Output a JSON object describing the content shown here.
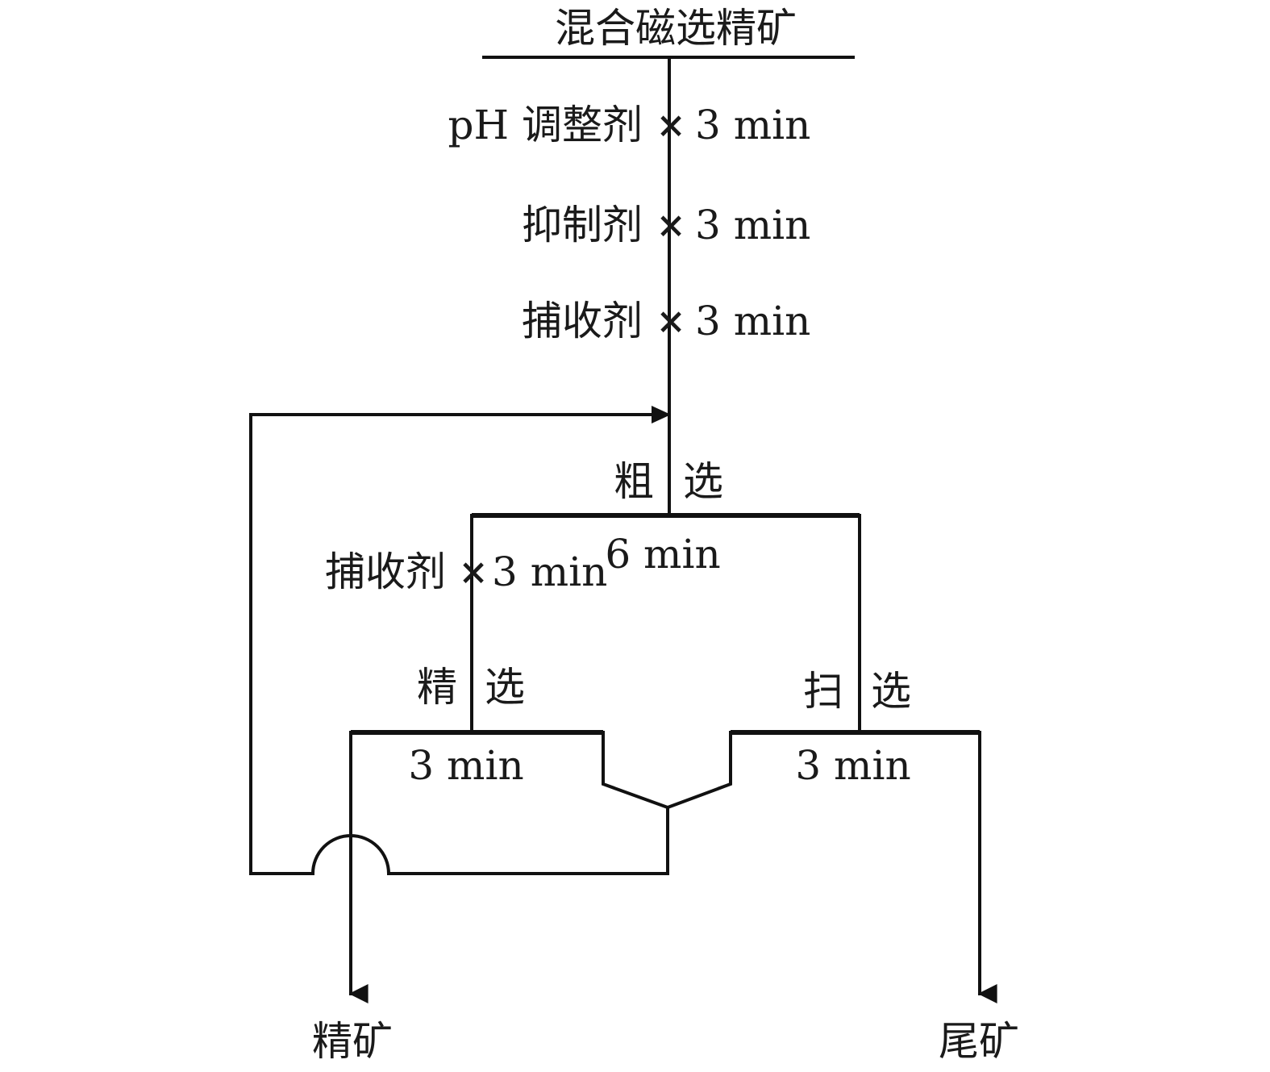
{
  "feed": "混合磁选精矿",
  "reagents": [
    {
      "name": "pH 调整剂",
      "time": "3 min"
    },
    {
      "name": "抑制剂",
      "time": "3 min"
    },
    {
      "name": "捕收剂",
      "time": "3 min"
    }
  ],
  "rougher": {
    "label_left": "粗",
    "label_right": "选",
    "time": "6 min"
  },
  "cleaner_reagent": {
    "name": "捕收剂",
    "time": "3 min"
  },
  "cleaner": {
    "label_left": "精",
    "label_right": "选",
    "time": "3 min"
  },
  "scavenger": {
    "label_left": "扫",
    "label_right": "选",
    "time": "3 min"
  },
  "products": {
    "concentrate": "精矿",
    "tailings": "尾矿"
  }
}
